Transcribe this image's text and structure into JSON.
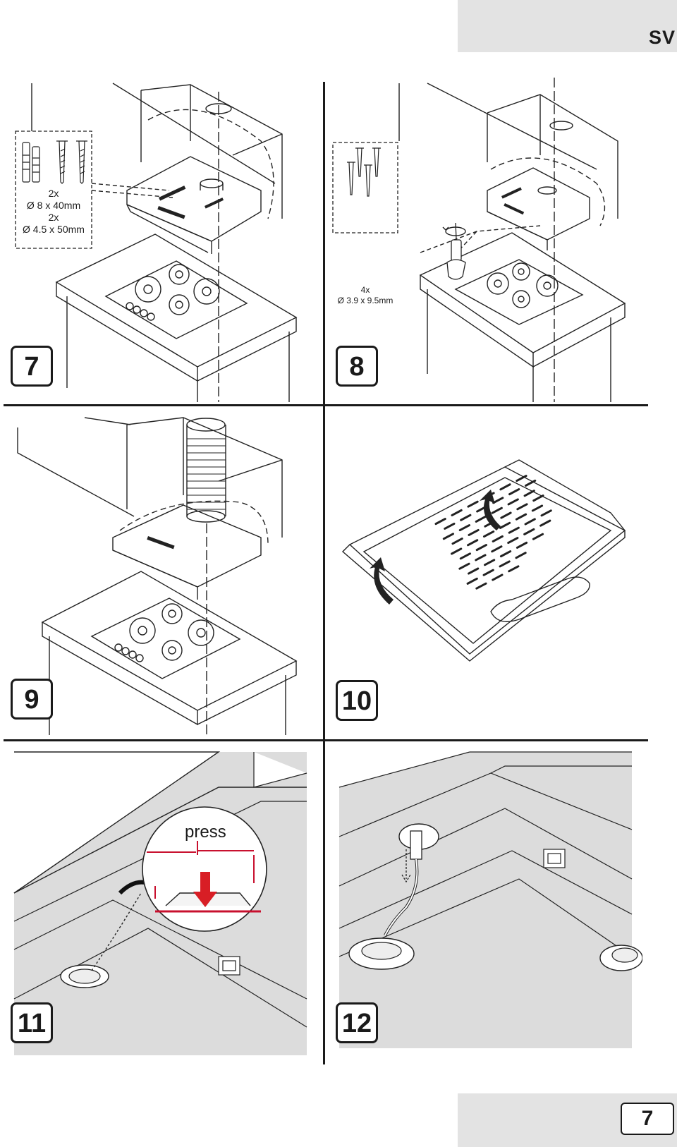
{
  "header": {
    "language": "SV"
  },
  "footer": {
    "page_number": "7"
  },
  "steps": [
    {
      "number": "7",
      "callout": [
        "2x",
        "Ø 8 x 40mm",
        "2x",
        "Ø 4.5 x 50mm"
      ]
    },
    {
      "number": "8",
      "callout": [
        "4x",
        "Ø 3.9 x 9.5mm"
      ]
    },
    {
      "number": "9"
    },
    {
      "number": "10"
    },
    {
      "number": "11",
      "label": "press"
    },
    {
      "number": "12"
    }
  ],
  "icons": [
    "screw-icon",
    "wall-plug-icon",
    "screwdriver-icon",
    "rotate-arrow-icon",
    "press-arrow-icon"
  ]
}
